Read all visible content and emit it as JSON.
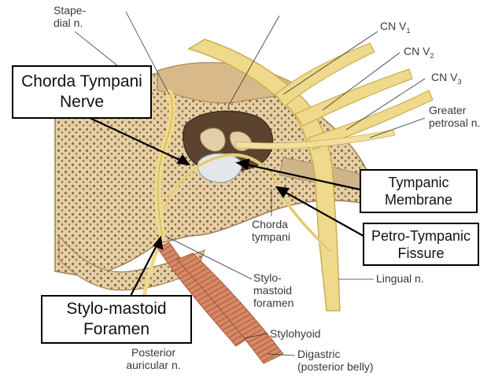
{
  "colors": {
    "nerve": "#efd98a",
    "nerve_stroke": "#c9ae4f",
    "bone": "#dfc59a",
    "bone_dark": "#b99d70",
    "muscle": "#d58b6a",
    "cavity": "#6a5036",
    "membrane": "#dfe3e6"
  },
  "atlas_labels": {
    "stapedial": [
      "Stape-",
      "dial n."
    ],
    "cn_v1": {
      "base": "CN V",
      "sub": "1"
    },
    "cn_v2": {
      "base": "CN V",
      "sub": "2"
    },
    "cn_v3": {
      "base": "CN V",
      "sub": "3"
    },
    "greater_petrosal": [
      "Greater",
      "petrosal n."
    ],
    "chorda_tympani": [
      "Chorda",
      "tympani"
    ],
    "stylomastoid": [
      "Stylo-",
      "mastoid",
      "foramen"
    ],
    "lingual": "Lingual n.",
    "stylohyoid": "Stylohyoid",
    "posterior_auricular": [
      "Posterior",
      "auricular n."
    ],
    "digastric": [
      "Digastric",
      "(posterior belly)"
    ]
  },
  "callouts": {
    "chorda_tympani_nerve": [
      "Chorda Tympani",
      "Nerve"
    ],
    "tympanic_membrane": [
      "Tympanic",
      "Membrane"
    ],
    "petro_tympanic_fissure": [
      "Petro-Tympanic",
      "Fissure"
    ],
    "stylomastoid_foramen": [
      "Stylo-mastoid",
      "Foramen"
    ]
  }
}
